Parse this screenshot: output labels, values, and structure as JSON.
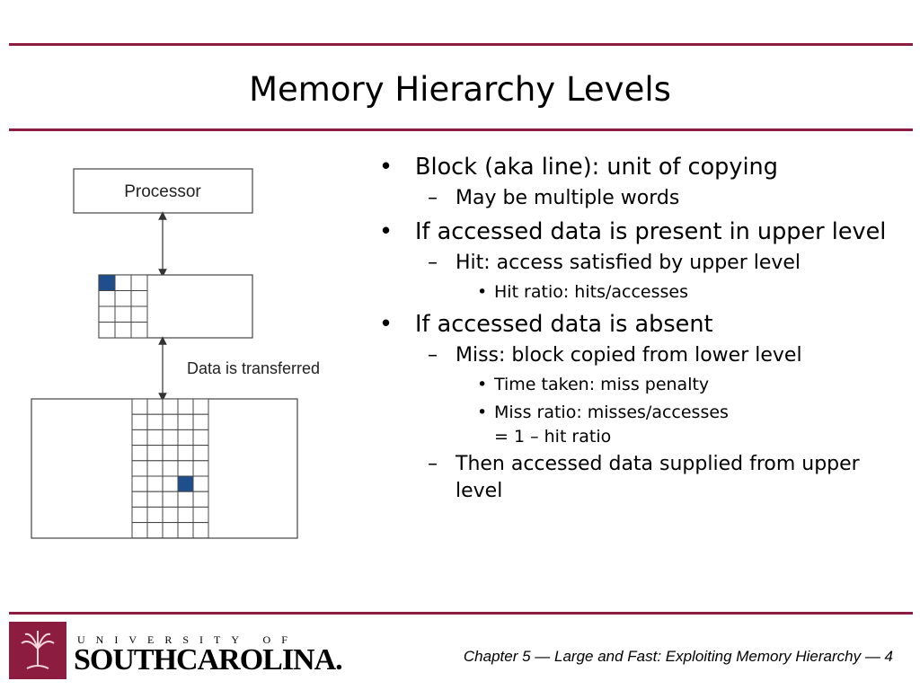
{
  "slide": {
    "title": "Memory Hierarchy Levels",
    "accent_color": "#8c1d40",
    "block_color": "#1f4e8c"
  },
  "diagram": {
    "processor_label": "Processor",
    "transfer_label": "Data is transferred"
  },
  "bullets": [
    {
      "level": 1,
      "text": "Block (aka line): unit of copying"
    },
    {
      "level": 2,
      "text": "May be multiple words"
    },
    {
      "level": 1,
      "text": "If accessed data is present in upper level"
    },
    {
      "level": 2,
      "text": "Hit: access satisfied by upper level"
    },
    {
      "level": 3,
      "text": "Hit ratio: hits/accesses"
    },
    {
      "level": 1,
      "text": "If accessed data is absent"
    },
    {
      "level": 2,
      "text": "Miss: block copied from lower level"
    },
    {
      "level": 3,
      "text": "Time taken: miss penalty"
    },
    {
      "level": 3,
      "text": "Miss ratio: misses/accesses",
      "line2": "= 1 – hit ratio"
    },
    {
      "level": 2,
      "text": "Then accessed data supplied from upper level"
    }
  ],
  "footer": {
    "university_line": "UNIVERSITY OF",
    "university_name": "SOUTHCAROLINA.",
    "chapter_text": "Chapter 5 — Large and Fast: Exploiting Memory Hierarchy — 4"
  }
}
